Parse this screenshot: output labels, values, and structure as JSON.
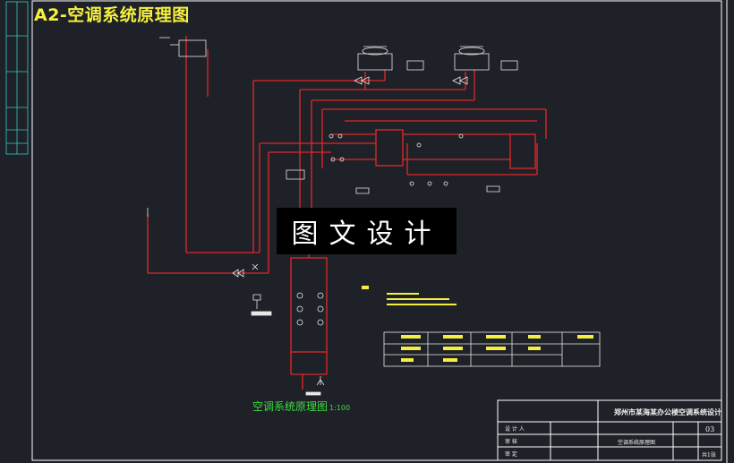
{
  "drawing": {
    "title": "A2-空调系统原理图",
    "caption": "空调系统原理图",
    "caption_scale": "1:100",
    "watermark": "图文设计"
  },
  "title_block": {
    "project": "郑州市某海某办公楼空调系统设计",
    "drawing_name": "空调系统原理图",
    "sheet_no": "03",
    "rows": [
      "设 计 人",
      "审 核",
      "审 定"
    ],
    "sheet_label": "共1张"
  },
  "colors": {
    "background": "#1e2127",
    "pipe": "#e02828",
    "frame": "#ffffff",
    "title": "#f5f040",
    "caption": "#3ddc3d",
    "cyan_strip": "#35c8c8"
  }
}
